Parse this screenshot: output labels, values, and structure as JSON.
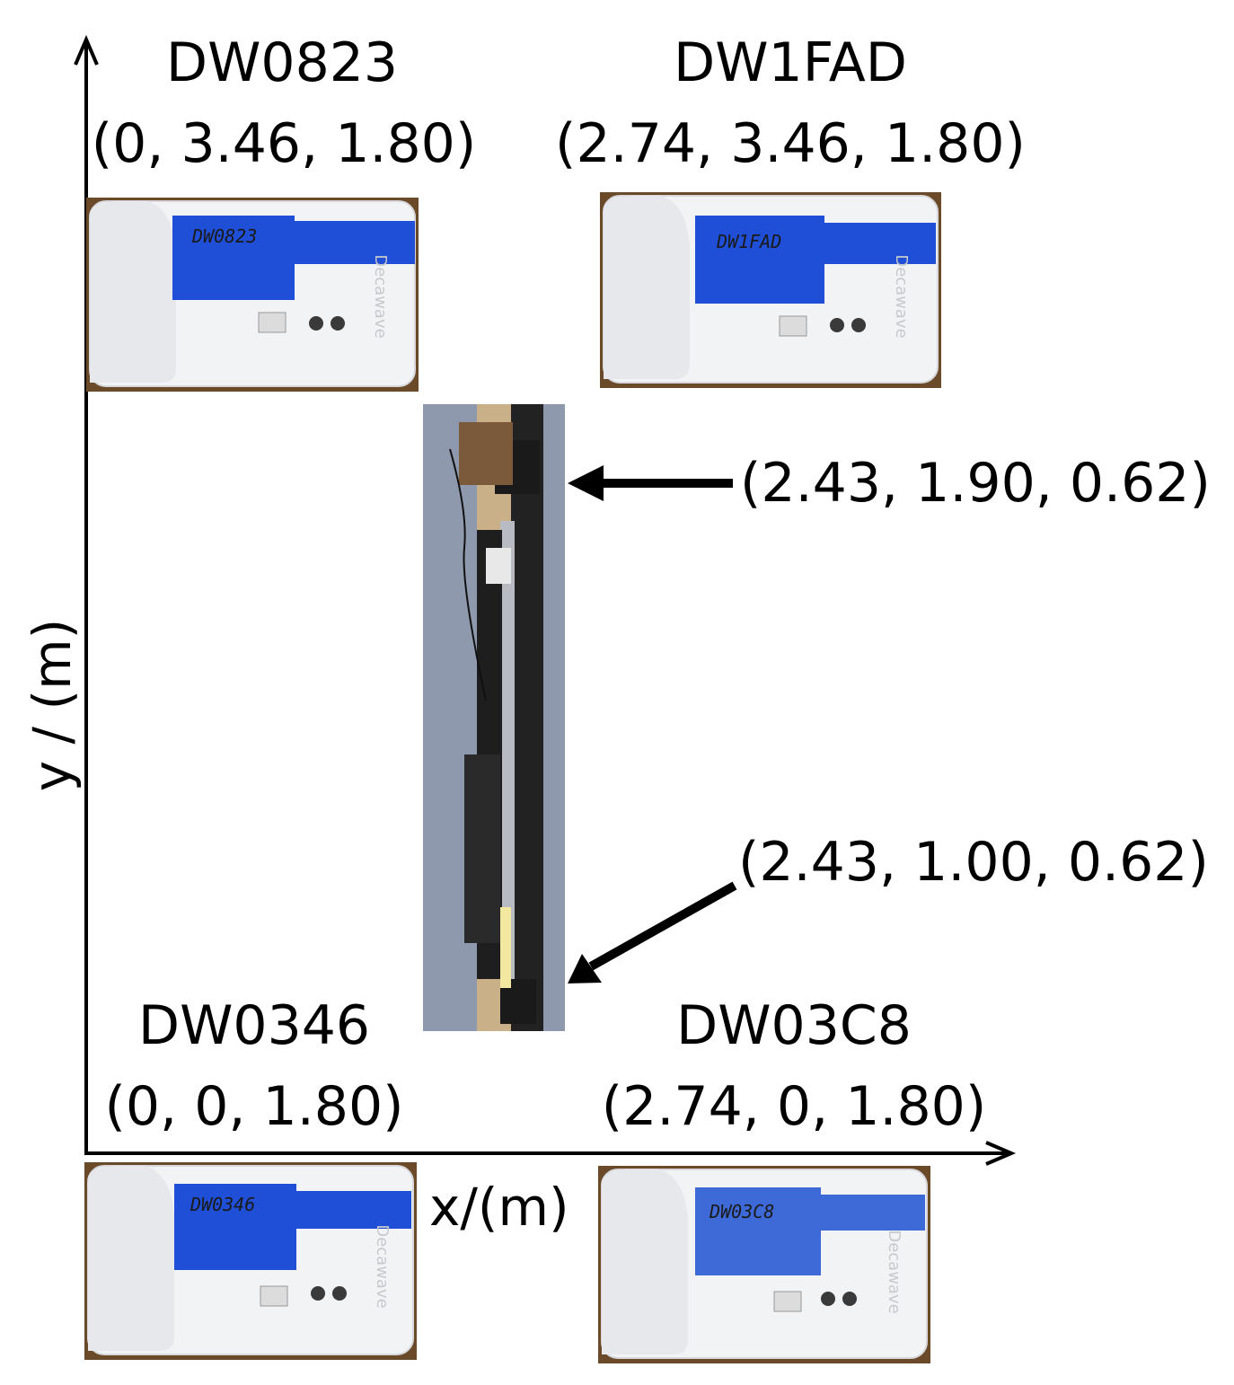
{
  "axes": {
    "x_label": "x/(m)",
    "y_label": "y / (m)"
  },
  "anchors": [
    {
      "id": "DW0823",
      "coords": "(0, 3.46, 1.80)",
      "tag_text": "DW0823"
    },
    {
      "id": "DW1FAD",
      "coords": "(2.74, 3.46, 1.80)",
      "tag_text": "DW1FAD"
    },
    {
      "id": "DW0346",
      "coords": "(0, 0, 1.80)",
      "tag_text": "DW0346"
    },
    {
      "id": "DW03C8",
      "coords": "(2.74, 0, 1.80)",
      "tag_text": "DW03C8"
    }
  ],
  "device_brand": "Decawave",
  "rail": {
    "top_point": "(2.43, 1.90, 0.62)",
    "bottom_point": "(2.43, 1.00, 0.62)"
  },
  "colors": {
    "label_blue": "#1f4fd6",
    "device_white": "#f2f3f5",
    "wood": "#6b4a2a",
    "wall": "#8e99ad",
    "rail_dark": "#222222"
  }
}
